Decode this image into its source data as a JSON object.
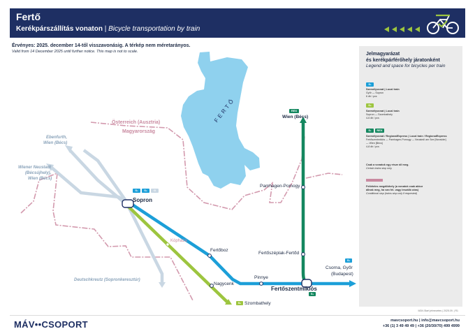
{
  "header": {
    "title": "Fertő",
    "subtitle_hu": "Kerékpárszállítás vonaton",
    "separator": " | ",
    "subtitle_en": "Bicycle transportation by train"
  },
  "validity": {
    "hu": "Érvényes: 2025. december 14-től visszavonásig. A térkép nem méretarányos.",
    "en": "Valid from 14 December 2025 until further notice. This map is not to scale."
  },
  "lake": {
    "name": "FERTŐ"
  },
  "border": {
    "austria": "Österreich (Ausztria)",
    "hungary": "Magyarország"
  },
  "stations": {
    "sopron": "Sopron",
    "kophaza": "Kópháza",
    "fertoboz": "Fertőboz",
    "nagycenk": "Nagycenk",
    "pinnye": "Pinnye",
    "fertoszentmiklos": "Fertőszentmiklós",
    "fertoszeplak": "Fertőszéplak-Fertőd",
    "pamhagen": "Pamhagen-Pomogy",
    "szombathely": "Szombathely",
    "csorna_gyor": "Csorna, Győr",
    "budapest": "(Budapest)",
    "wien": "Wien (Bécs)",
    "ebenfurth_1": "Ebenfurth,",
    "ebenfurth_2": "Wien (Bécs)",
    "wiener_neustadt_1": "Wiener Neustadt",
    "wiener_neustadt_2": "(Bécsújhely),",
    "wiener_neustadt_3": "Wien (Bécs)",
    "deutschkreutz": "Deutschkreutz (Sopronkeresztúr)"
  },
  "badges": {
    "s1": "S₁",
    "s4": "S₄",
    "s5": "S₅",
    "g": "G",
    "rex": "REX",
    "bike": "⚘"
  },
  "legend": {
    "title_1": "Jelmagyarázat",
    "title_2": "és kerékpárférőhely járatonként",
    "subtitle": "Legend and space for bicycles per train",
    "item1_l1": "Személyvonat | Local train",
    "item1_l2": "Győr — Sopron",
    "item1_l3": "6 db / pcs",
    "item2_l1": "Személyvonat | Local train",
    "item2_l2": "Sopron — Szombathely",
    "item2_l3": "4-6 db / pcs",
    "item3_l1": "Személyvonat / RegionalExpress | Local train / RegionalExpress",
    "item3_l2": "Fertőszentmiklós — Pamhagen-Pomogy — Neusiedl am See [Nezsider]",
    "item3_l3": "— Wien [Bécs]",
    "item3_l4": "4-8 db / pcs",
    "item4_l1": "Csak a vonatok egy része áll meg.",
    "item4_l2": "Certain trains stop only.",
    "item5_l1": "Feltételes megállóhely (a vonatok csak akkor",
    "item5_l2": "állnak meg, ha van fel- vagy leszálló utas)",
    "item5_l3": "Conditional stop (trains stop only if requested)"
  },
  "footnote": "MÁV-Start jelmezetes | 2025.09. | R1",
  "footer": {
    "logo": "MÁV••CSOPORT",
    "web": "mavcsoport.hu | info@mavcsoport.hu",
    "phone": "+36 (1) 3 49 49 49 | +36 (20/30/70) 499 4999"
  },
  "colors": {
    "navy": "#1e2f63",
    "blue_line": "#1c9fd8",
    "green_line": "#9dc53f",
    "dark_green_line": "#14875f",
    "grey_line": "#c9d7e3",
    "border": "#d39aae",
    "lake": "#8fd1ee"
  }
}
